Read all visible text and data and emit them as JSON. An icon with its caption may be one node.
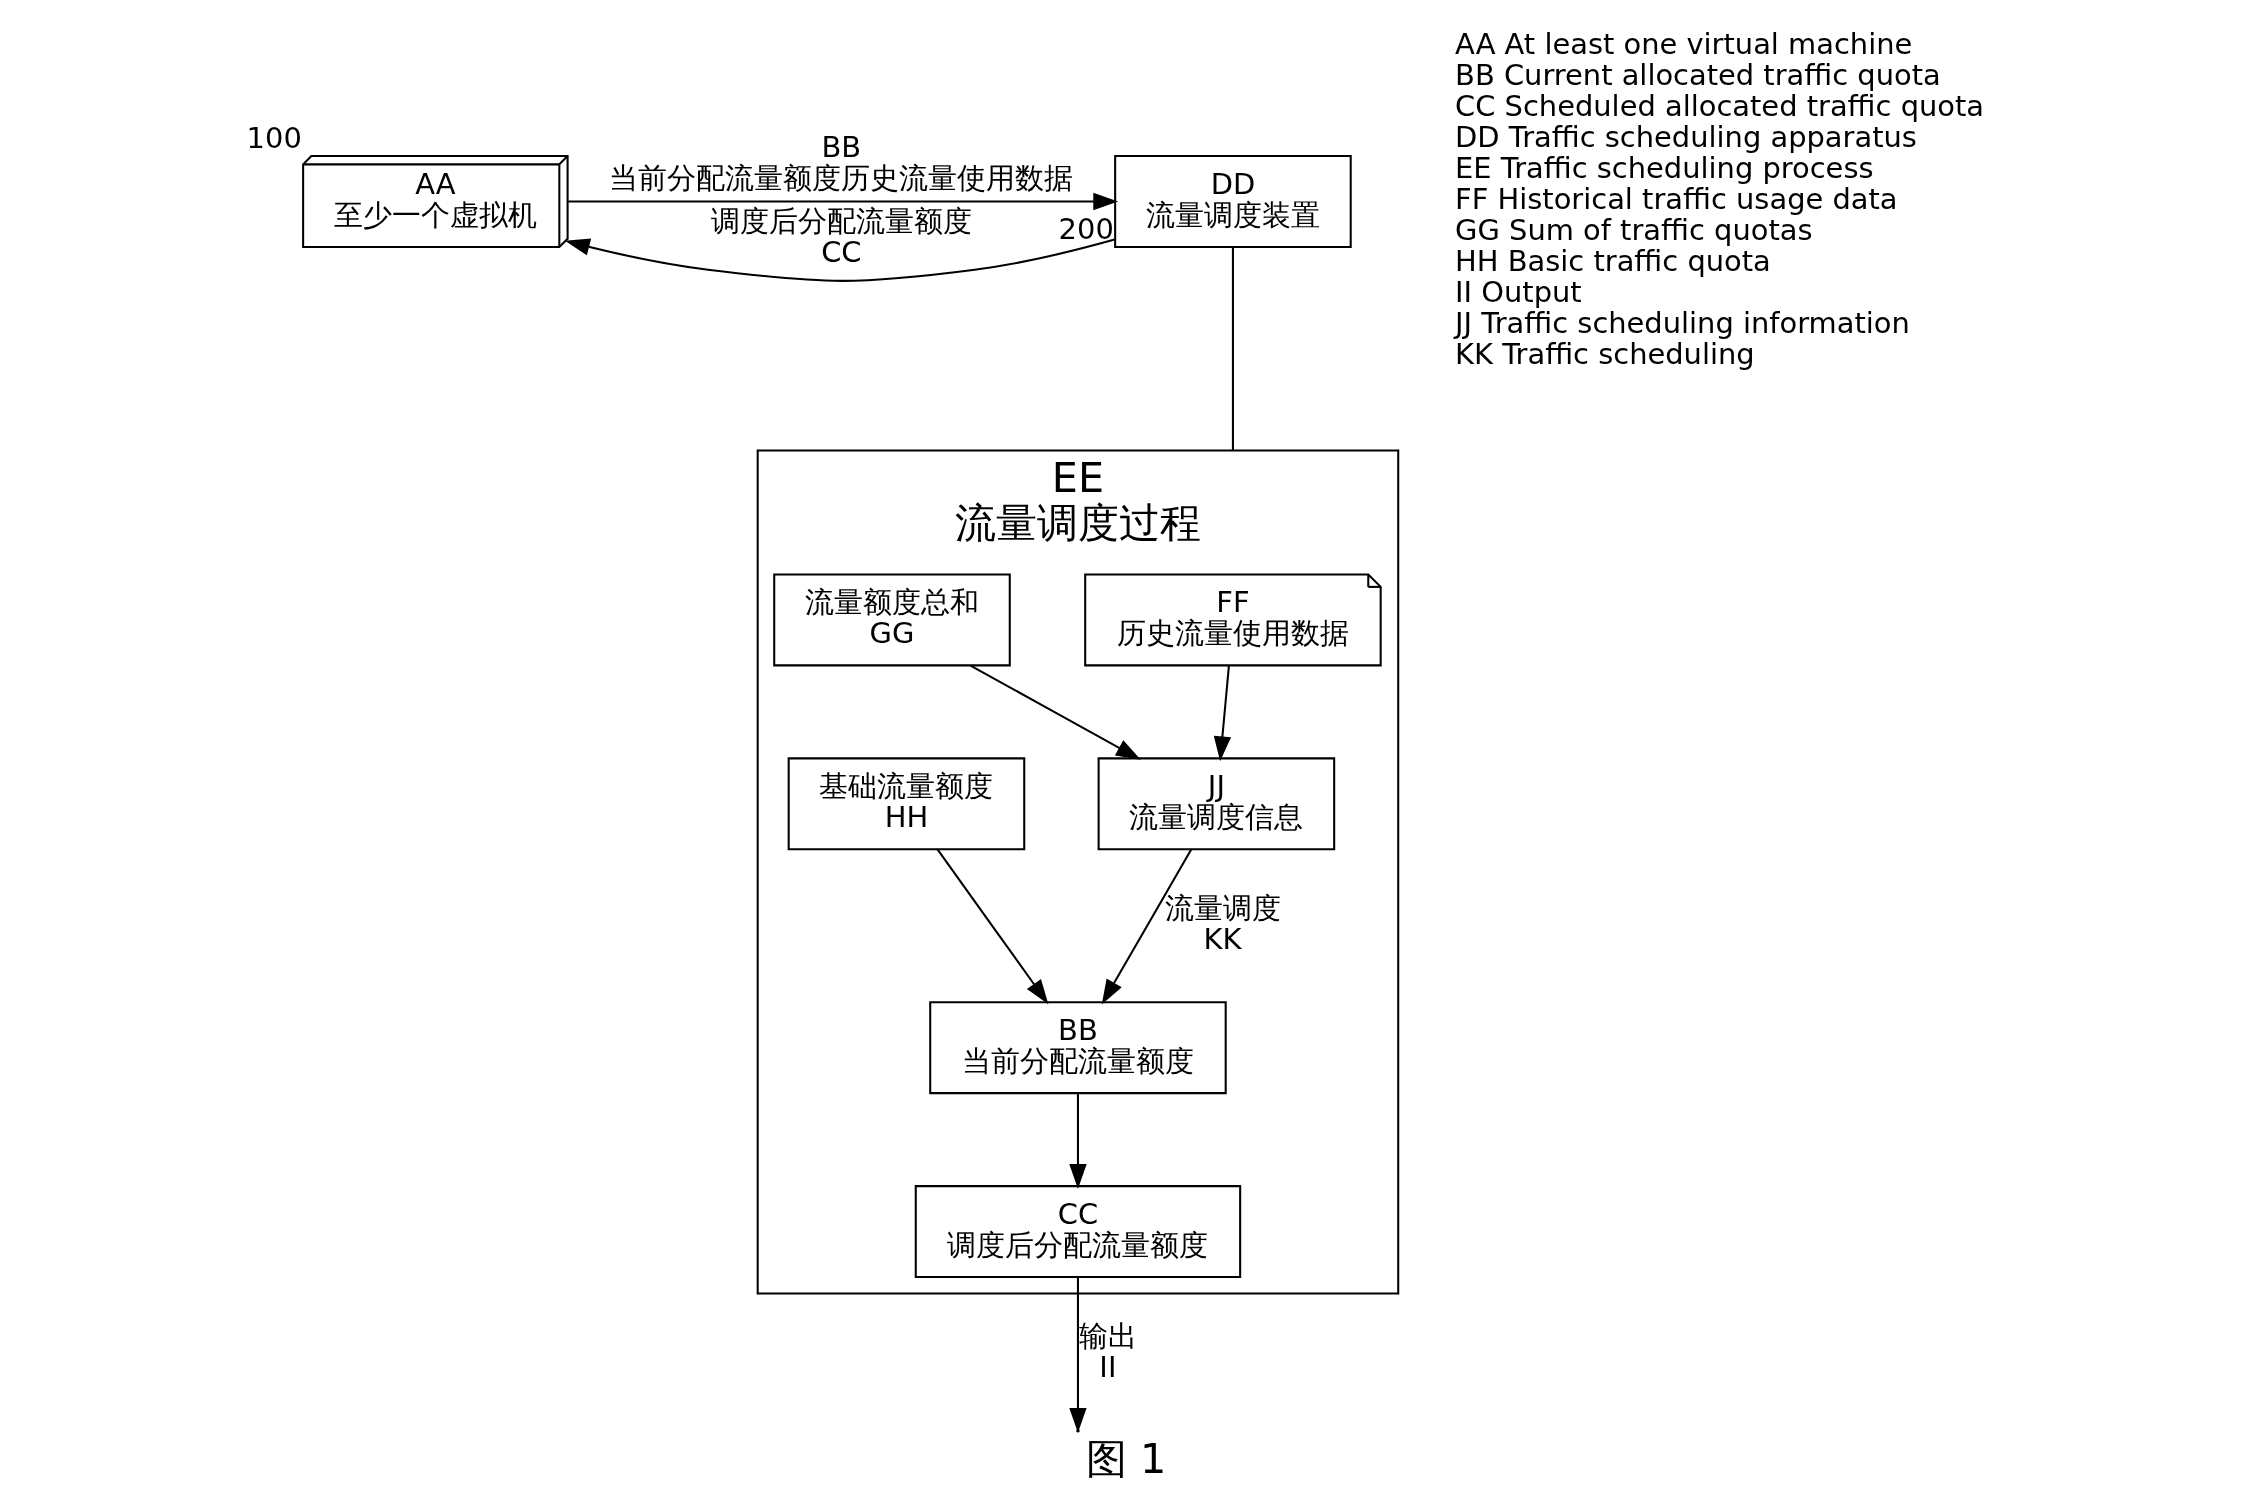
{
  "diagram": {
    "caption": "图 1",
    "nodes": [
      {
        "text": [
          "AA",
          "至少一个虚拟机"
        ],
        "beside": [
          "100"
        ]
      },
      {
        "text": [
          "DD",
          "流量调度装置"
        ],
        "beside": [
          "200"
        ]
      },
      {
        "text": [
          "EE",
          "流量调度过程"
        ]
      },
      {
        "text": [
          "FF",
          "历史流量使用数据"
        ],
        "in": 2
      },
      {
        "text": [
          "流量额度总和",
          "GG"
        ],
        "in": 2
      },
      {
        "text": [
          "基础流量额度",
          "HH"
        ],
        "in": 2
      },
      {
        "text": [
          "JJ",
          "流量调度信息"
        ],
        "in": 2
      },
      {
        "text": [
          "BB",
          "当前分配流量额度"
        ],
        "in": 2
      },
      {
        "text": [
          "CC",
          "调度后分配流量额度"
        ],
        "in": 2
      }
    ],
    "edges": [
      {
        "from": 0,
        "to": 1,
        "arrow": "to",
        "label": "BB 当前分配流量额度历史流量使用数据"
      },
      {
        "from": 1,
        "to": 0,
        "arrow": "to",
        "label": "调度后分配流量额度 CC"
      },
      {
        "from": 1,
        "to": 2,
        "arrow": "none"
      },
      {
        "from": 3,
        "to": 6,
        "arrow": "to"
      },
      {
        "from": 4,
        "to": 6,
        "arrow": "to"
      },
      {
        "from": 6,
        "to": 7,
        "arrow": "to",
        "label": "流量调度 KK"
      },
      {
        "from": 5,
        "to": 7,
        "arrow": "to"
      },
      {
        "from": 7,
        "to": 8,
        "arrow": "to"
      },
      {
        "from": 8,
        "to": null,
        "arrow": "to",
        "label": "输出 II"
      }
    ],
    "labels": [
      "AA At least one virtual machine",
      "BB Current allocated traffic quota",
      "CC Scheduled allocated traffic quota",
      "DD Traffic scheduling apparatus",
      "EE Traffic scheduling process",
      "FF Historical traffic usage data",
      "GG Sum of traffic quotas",
      "HH Basic traffic quota",
      "II Output",
      "JJ Traffic scheduling information",
      "KK Traffic scheduling"
    ]
  }
}
